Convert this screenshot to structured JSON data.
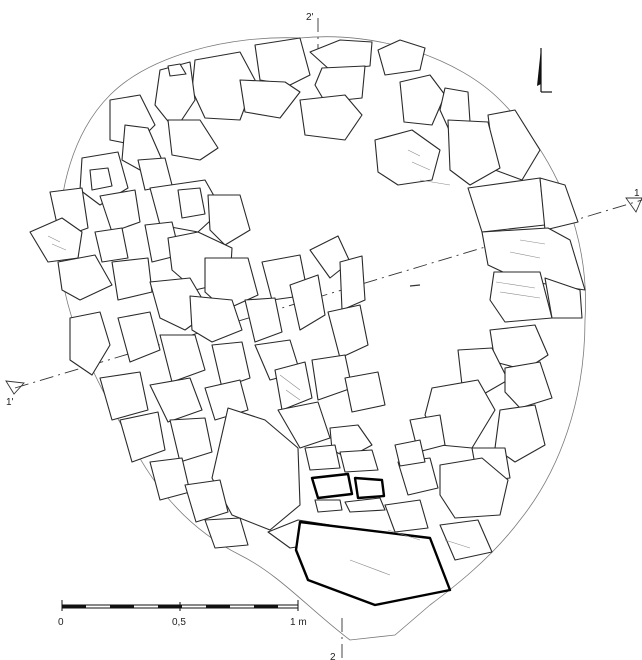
{
  "plan": {
    "north_label": "",
    "section_labels": {
      "a_top": "2'",
      "a_bottom": "2",
      "b_left": "1'",
      "b_right": "1"
    }
  },
  "scale_bar": {
    "ticks": [
      "0",
      "0,5",
      "1 m"
    ]
  }
}
